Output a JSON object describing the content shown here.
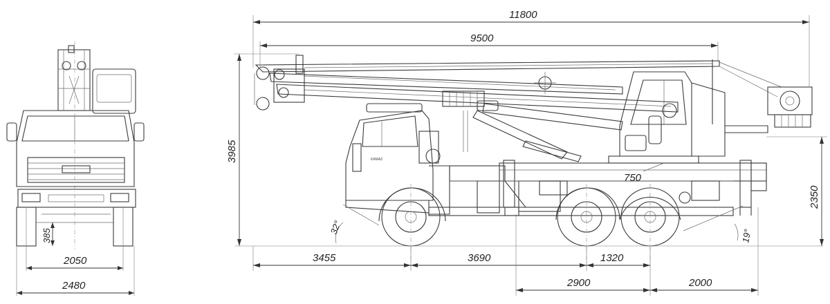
{
  "dimensions": {
    "overall_length": "11800",
    "boom_length": "9500",
    "overall_height": "3985",
    "platform_height": "2350",
    "front_overhang": "3455",
    "wheelbase_front": "3690",
    "rear_axle_spacing": "1320",
    "rear_span": "2900",
    "rear_overhang": "2000",
    "front_track": "2050",
    "overall_width": "2480",
    "ground_clearance": "385",
    "approach_angle": "32°",
    "departure_angle": "19°",
    "outrigger_base": "750"
  },
  "colors": {
    "line": "#3a3a3a",
    "background": "#ffffff"
  }
}
